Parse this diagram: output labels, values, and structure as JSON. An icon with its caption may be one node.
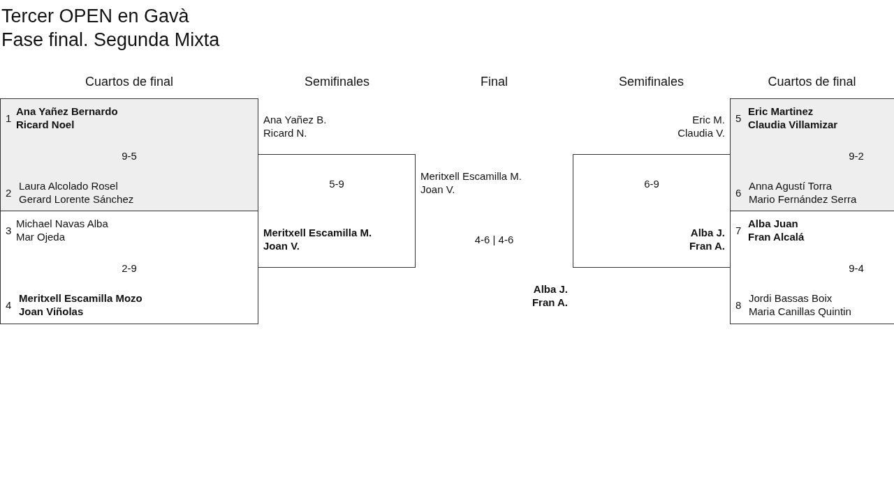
{
  "diagram": {
    "title": "Tercer OPEN en Gavà",
    "nodes": [
      {
        "text": [
          "1",
          "**Ana Yañez Bernardo Ricard Noel**",
          "9-5",
          "2",
          "Laura Alcolado Rosel Gerard Lorente Sánchez"
        ]
      },
      {
        "text": [
          "3",
          "Michael Navas Alba Mar Ojeda",
          "2-9",
          "4",
          "**Meritxell Escamilla Mozo Joan Viñolas**"
        ]
      },
      {
        "text": [
          "5-9",
          "**Meritxell Escamilla M. Joan V.**"
        ]
      },
      {
        "text": [
          "6-9",
          "**Alba J. Fran A.**"
        ]
      },
      {
        "text": [
          "5",
          "**Eric Martinez Claudia Villamizar**",
          "9-2",
          "6",
          "Anna Agustí Torra Mario Fernández Serra"
        ]
      },
      {
        "text": [
          "7",
          "**Alba Juan Fran Alcalá**",
          "9-4",
          "8",
          "Jordi Bassas Boix Maria Canillas Quintin"
        ]
      }
    ],
    "labels": [
      "Fase final. Segunda Mixta",
      "Cuartos de final",
      "Semifinales",
      "Final",
      "Semifinales",
      "Cuartos de final",
      "Ana Yañez B. Ricard N.",
      "Eric M. Claudia V.",
      "Meritxell Escamilla M. Joan V.",
      "4-6 | 4-6",
      "**Alba J. Fran A.**"
    ]
  }
}
